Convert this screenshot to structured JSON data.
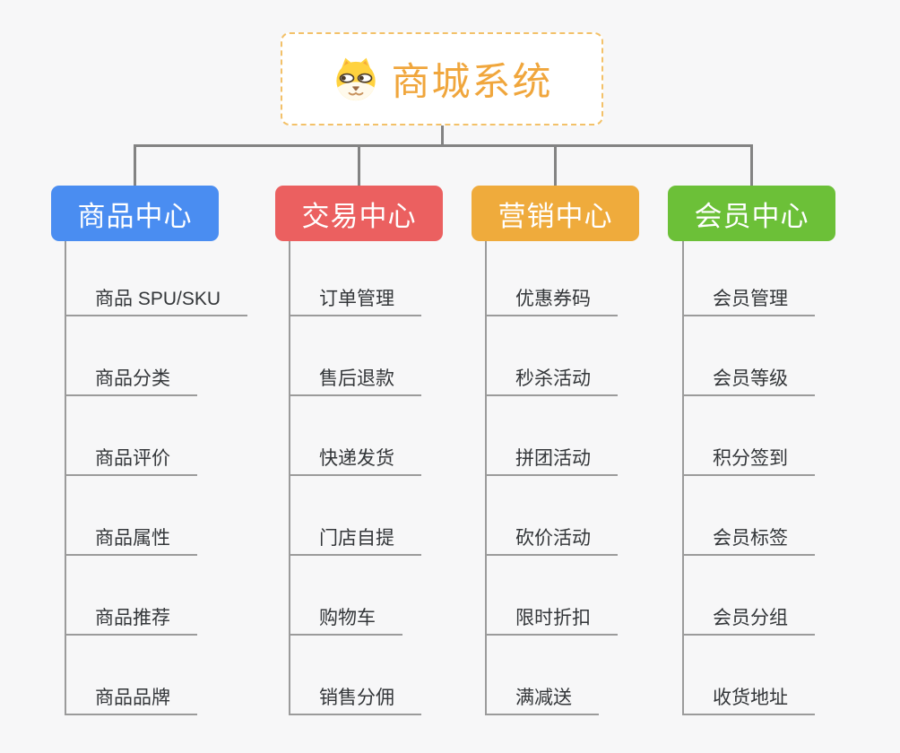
{
  "root": {
    "title": "商城系统",
    "icon": "dog-face-icon",
    "accent_color": "#f0a63c",
    "border_color": "#f3c169"
  },
  "connector_colors": {
    "trunk": "#838383",
    "child_lines": "#9b9b9b"
  },
  "branches": [
    {
      "label": "商品中心",
      "color": "#4a8df1",
      "items": [
        "商品 SPU/SKU",
        "商品分类",
        "商品评价",
        "商品属性",
        "商品推荐",
        "商品品牌"
      ]
    },
    {
      "label": "交易中心",
      "color": "#eb6060",
      "items": [
        "订单管理",
        "售后退款",
        "快递发货",
        "门店自提",
        "购物车",
        "销售分佣"
      ]
    },
    {
      "label": "营销中心",
      "color": "#efab3c",
      "items": [
        "优惠券码",
        "秒杀活动",
        "拼团活动",
        "砍价活动",
        "限时折扣",
        "满减送"
      ]
    },
    {
      "label": "会员中心",
      "color": "#6cc038",
      "items": [
        "会员管理",
        "会员等级",
        "积分签到",
        "会员标签",
        "会员分组",
        "收货地址"
      ]
    }
  ]
}
